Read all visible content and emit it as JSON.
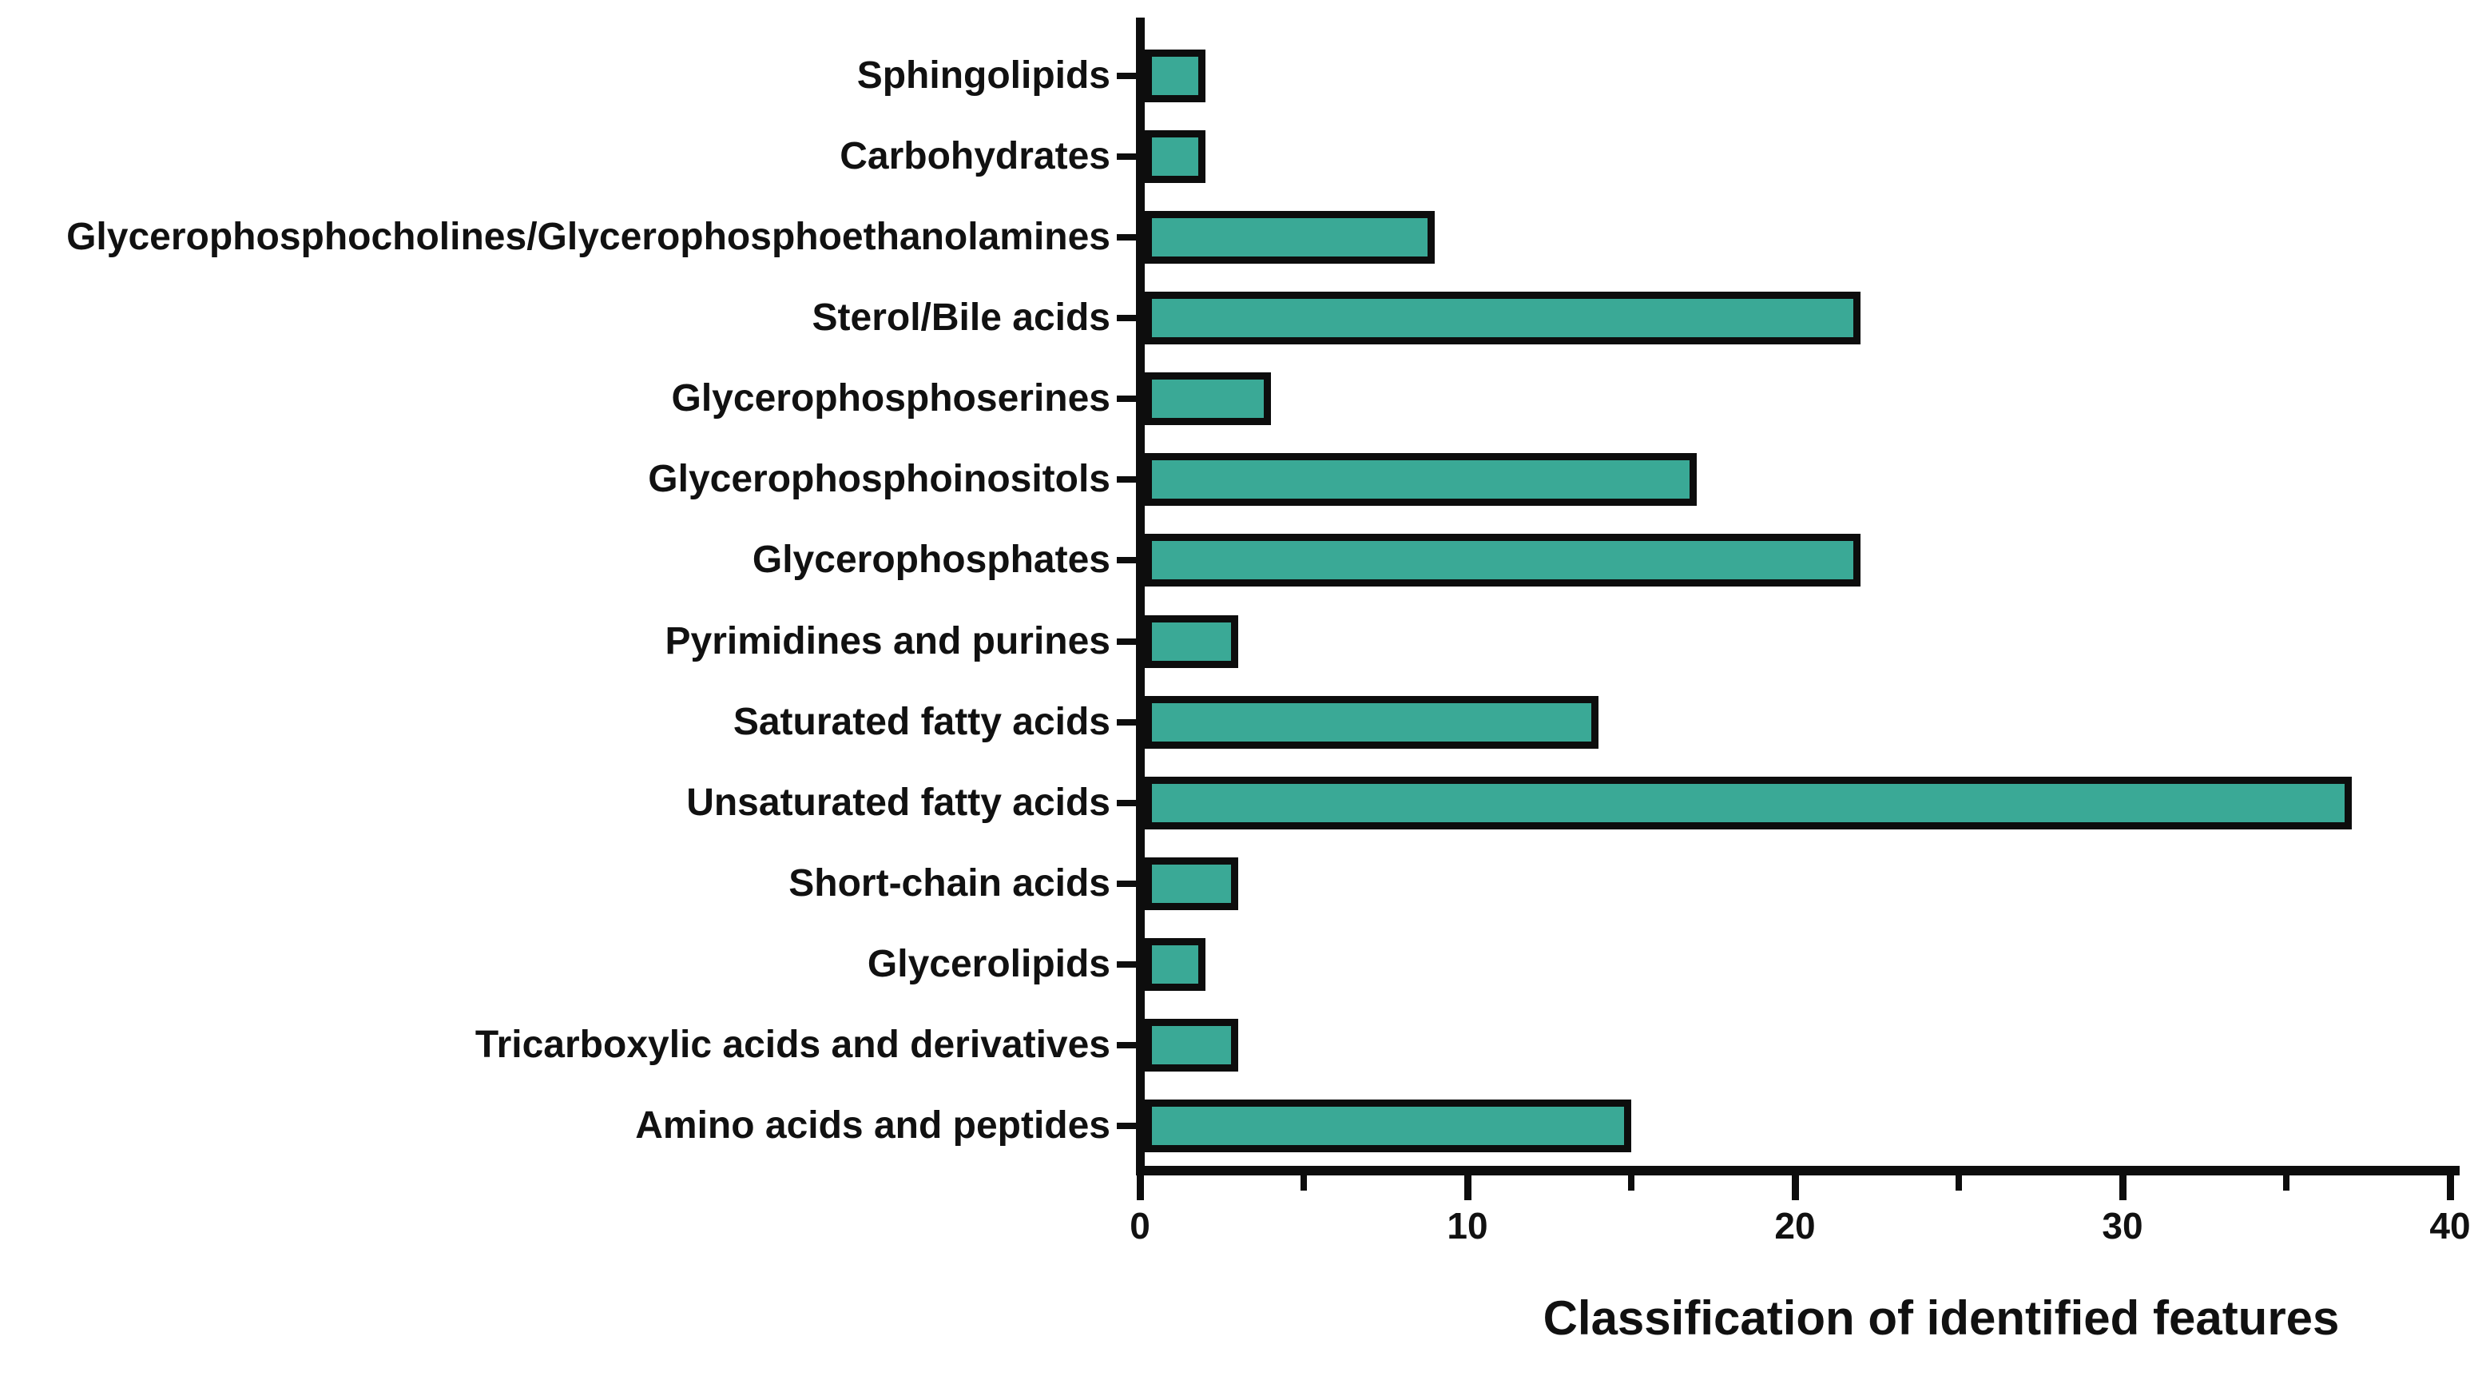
{
  "figure": {
    "background": "#ffffff"
  },
  "chart_data": {
    "type": "bar",
    "orientation": "horizontal",
    "title": "",
    "xlabel": "Classification of identified features",
    "ylabel": "",
    "categories": [
      "Sphingolipids",
      "Carbohydrates",
      "Glycerophosphocholines/Glycerophosphoethanolamines",
      "Sterol/Bile acids",
      "Glycerophosphoserines",
      "Glycerophosphoinositols",
      "Glycerophosphates",
      "Pyrimidines and purines",
      "Saturated fatty acids",
      "Unsaturated fatty acids",
      "Short-chain acids",
      "Glycerolipids",
      "Tricarboxylic acids and derivatives",
      "Amino acids and peptides"
    ],
    "values": [
      2,
      2,
      9,
      22,
      4,
      17,
      22,
      3,
      14,
      37,
      3,
      2,
      3,
      15
    ],
    "xlim": [
      0,
      40
    ],
    "x_major_ticks": [
      0,
      10,
      20,
      30,
      40
    ],
    "x_minor_ticks": [
      5,
      15,
      25,
      35
    ],
    "grid": false,
    "legend": null,
    "bar_fill_color": "#3AA996",
    "bar_border_color": "#0d0d0d",
    "axis_color": "#0d0d0d",
    "text_color": "#111111"
  }
}
